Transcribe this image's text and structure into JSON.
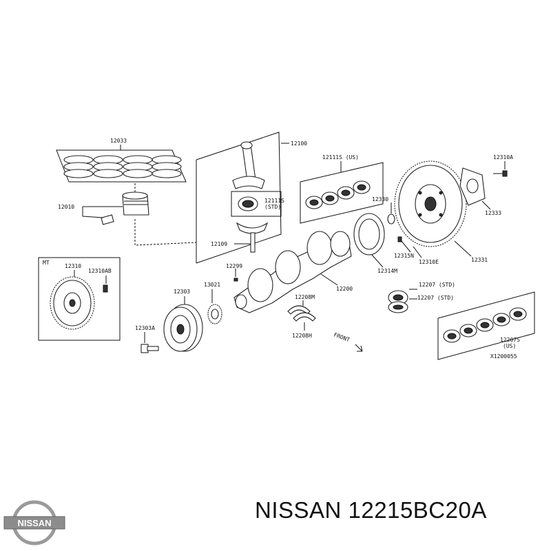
{
  "parts": {
    "p12033": "12033",
    "p12010": "12010",
    "p12100": "12100",
    "p12111S_us": "12111S (US)",
    "p12111S_std_a": "12111S",
    "p12111S_std_b": "(STD)",
    "p12109": "12109",
    "p12310A": "12310A",
    "p12330": "12330",
    "p12333": "12333",
    "p12315N": "12315N",
    "p12310E": "12310E",
    "p12331": "12331",
    "p12314M": "12314M",
    "mt": "MT",
    "p12310": "12310",
    "p12310AB": "12310AB",
    "p12299": "12299",
    "p12303": "12303",
    "p13021": "13021",
    "p12200": "12200",
    "p12208M": "12208M",
    "p12207std_1": "12207 (STD)",
    "p12207std_2": "12207 (STD)",
    "p12303A": "12303A",
    "p12208H": "12208H",
    "front": "FRONT",
    "p12207S_a": "12207S",
    "p12207S_b": "(US)",
    "ref": "X1200055"
  },
  "footer": {
    "brand_text": "NISSAN 12215BC20A",
    "logo_text": "NISSAN"
  },
  "colors": {
    "ink": "#111111",
    "logo_silver": "#9a9a9a"
  }
}
